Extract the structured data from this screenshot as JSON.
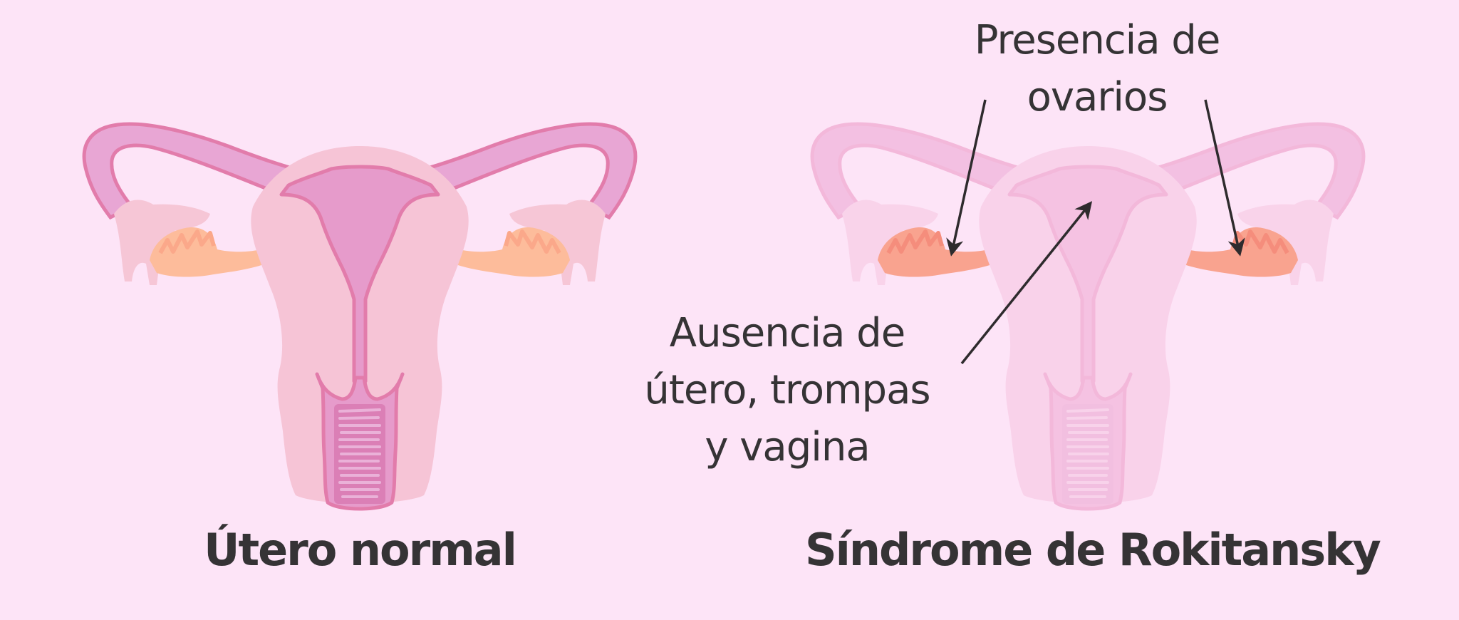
{
  "diagram": {
    "background_color": "#fde4f7",
    "text_color": "#353335",
    "figures": [
      {
        "id": "normal",
        "title": "Útero normal",
        "state": "full-color",
        "colors": {
          "body": "#f6c4d6",
          "cavity": "#e69bcb",
          "outline": "#e27cab",
          "tube": "#e8a6d4",
          "fimbria": "#f6c6d6",
          "ovary": "#fdbc9b"
        }
      },
      {
        "id": "rokitansky",
        "title": "Síndrome de Rokitansky",
        "state": "faded",
        "colors": {
          "body": "#f9d1e9",
          "cavity": "#f4c1e3",
          "ovary": "#f9a38f"
        }
      }
    ],
    "annotations": [
      {
        "id": "ovaries-present",
        "lines": [
          "Presencia de",
          "ovarios"
        ],
        "arrows": 2
      },
      {
        "id": "absence",
        "lines": [
          "Ausencia de",
          "útero, trompas",
          "y vagina"
        ],
        "arrows": 1
      }
    ]
  }
}
